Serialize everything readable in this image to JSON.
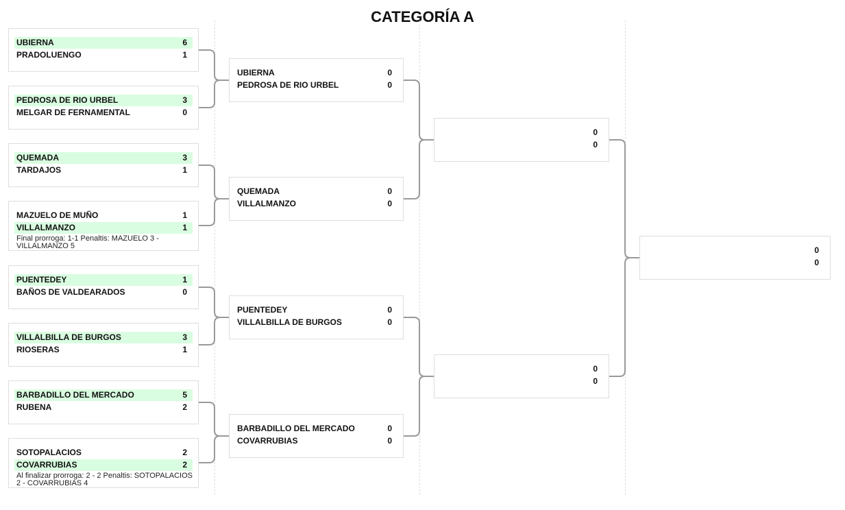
{
  "title": "CATEGORÍA A",
  "rounds": [
    [
      {
        "teams": [
          {
            "name": "UBIERNA",
            "score": "6",
            "winner": true
          },
          {
            "name": "PRADOLUENGO",
            "score": "1",
            "winner": false
          }
        ]
      },
      {
        "teams": [
          {
            "name": "PEDROSA DE RIO URBEL",
            "score": "3",
            "winner": true
          },
          {
            "name": "MELGAR DE FERNAMENTAL",
            "score": "0",
            "winner": false
          }
        ]
      },
      {
        "teams": [
          {
            "name": "QUEMADA",
            "score": "3",
            "winner": true
          },
          {
            "name": "TARDAJOS",
            "score": "1",
            "winner": false
          }
        ]
      },
      {
        "teams": [
          {
            "name": "MAZUELO DE MUÑO",
            "score": "1",
            "winner": false
          },
          {
            "name": "VILLALMANZO",
            "score": "1",
            "winner": true
          }
        ],
        "note": "Final prorroga: 1-1 Penaltis: MAZUELO 3 - VILLALMANZO 5"
      },
      {
        "teams": [
          {
            "name": "PUENTEDEY",
            "score": "1",
            "winner": true
          },
          {
            "name": "BAÑOS DE VALDEARADOS",
            "score": "0",
            "winner": false
          }
        ]
      },
      {
        "teams": [
          {
            "name": "VILLALBILLA DE BURGOS",
            "score": "3",
            "winner": true
          },
          {
            "name": "RIOSERAS",
            "score": "1",
            "winner": false
          }
        ]
      },
      {
        "teams": [
          {
            "name": "BARBADILLO DEL MERCADO",
            "score": "5",
            "winner": true
          },
          {
            "name": "RUBENA",
            "score": "2",
            "winner": false
          }
        ]
      },
      {
        "teams": [
          {
            "name": "SOTOPALACIOS",
            "score": "2",
            "winner": false
          },
          {
            "name": "COVARRUBIAS",
            "score": "2",
            "winner": true
          }
        ],
        "note": "Al finalizar prorroga: 2 - 2 Penaltis: SOTOPALACIOS 2 - COVARRUBIAS 4"
      }
    ],
    [
      {
        "teams": [
          {
            "name": "UBIERNA",
            "score": "0"
          },
          {
            "name": "PEDROSA DE RIO URBEL",
            "score": "0"
          }
        ]
      },
      {
        "teams": [
          {
            "name": "QUEMADA",
            "score": "0"
          },
          {
            "name": "VILLALMANZO",
            "score": "0"
          }
        ]
      },
      {
        "teams": [
          {
            "name": "PUENTEDEY",
            "score": "0"
          },
          {
            "name": "VILLALBILLA DE BURGOS",
            "score": "0"
          }
        ]
      },
      {
        "teams": [
          {
            "name": "BARBADILLO DEL MERCADO",
            "score": "0"
          },
          {
            "name": "COVARRUBIAS",
            "score": "0"
          }
        ]
      }
    ],
    [
      {
        "teams": [
          {
            "name": "",
            "score": "0"
          },
          {
            "name": "",
            "score": "0"
          }
        ]
      },
      {
        "teams": [
          {
            "name": "",
            "score": "0"
          },
          {
            "name": "",
            "score": "0"
          }
        ]
      }
    ],
    [
      {
        "teams": [
          {
            "name": "",
            "score": "0"
          },
          {
            "name": "",
            "score": "0"
          }
        ]
      }
    ]
  ]
}
